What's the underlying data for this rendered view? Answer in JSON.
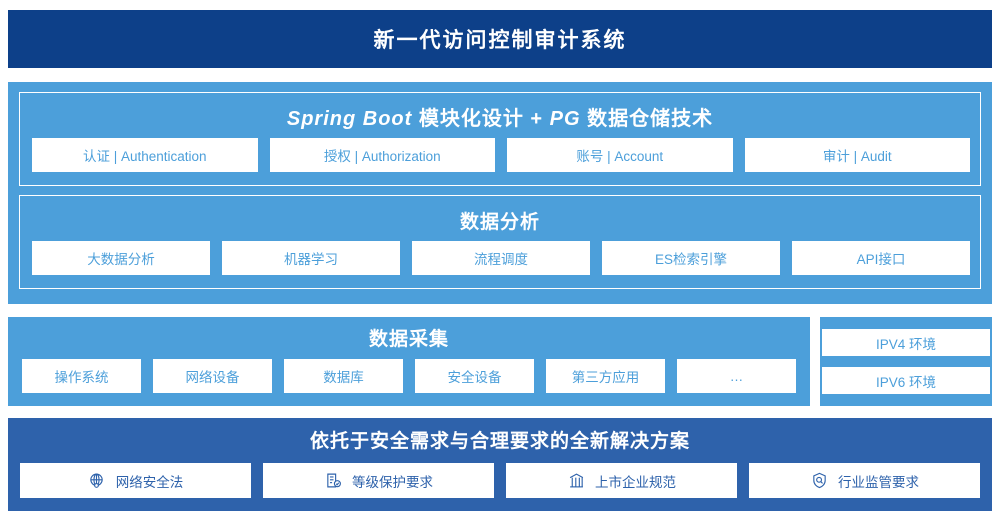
{
  "header": {
    "title": "新一代访问控制审计系统"
  },
  "architecture": {
    "application_layer": {
      "title_latin_1": "Spring Boot",
      "title": "Spring Boot 模块化设计 + PG 数据仓储技术",
      "items": [
        {
          "label": "认证 | Authentication"
        },
        {
          "label": "授权 | Authorization"
        },
        {
          "label": "账号 | Account"
        },
        {
          "label": "审计 | Audit"
        }
      ]
    },
    "analysis_layer": {
      "title": "数据分析",
      "items": [
        {
          "label": "大数据分析"
        },
        {
          "label": "机器学习"
        },
        {
          "label": "流程调度"
        },
        {
          "label": "ES检索引擎"
        },
        {
          "label": "API接口"
        }
      ]
    },
    "collection_layer": {
      "title": "数据采集",
      "items": [
        {
          "label": "操作系统"
        },
        {
          "label": "网络设备"
        },
        {
          "label": "数据库"
        },
        {
          "label": "安全设备"
        },
        {
          "label": "第三方应用"
        },
        {
          "label": "…"
        }
      ]
    },
    "environment_panel": {
      "items": [
        {
          "label": "IPV4 环境"
        },
        {
          "label": "IPV6 环境"
        }
      ]
    },
    "compliance_layer": {
      "title": "依托于安全需求与合理要求的全新解决方案",
      "items": [
        {
          "label": "网络安全法",
          "icon": "globe-icon"
        },
        {
          "label": "等级保护要求",
          "icon": "document-check-icon"
        },
        {
          "label": "上市企业规范",
          "icon": "bank-icon"
        },
        {
          "label": "行业监管要求",
          "icon": "shield-search-icon"
        }
      ]
    }
  },
  "colors": {
    "header_navy": "#0d4089",
    "panel_blue": "#4c9fda",
    "compliance_blue": "#2e62ab",
    "chip_white": "#ffffff"
  }
}
